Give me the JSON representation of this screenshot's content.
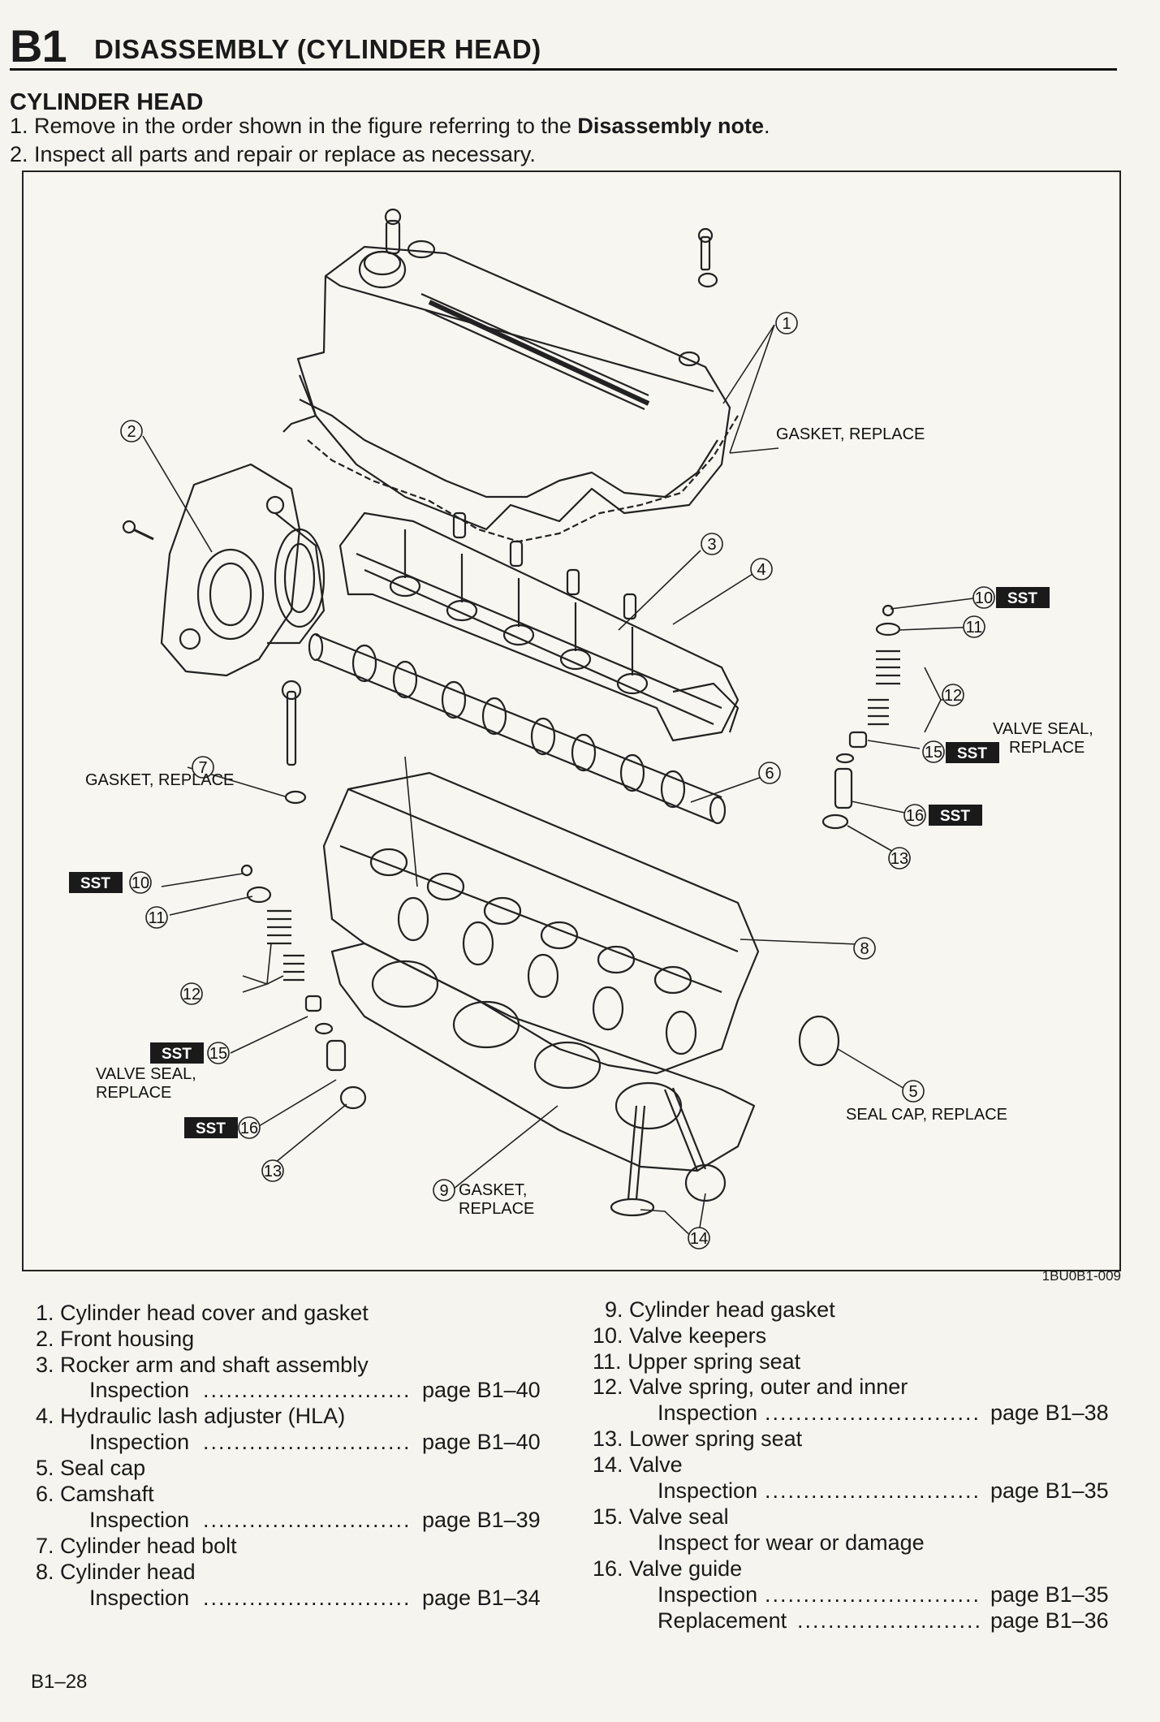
{
  "header": {
    "section_code": "B1",
    "title": "DISASSEMBLY (CYLINDER HEAD)"
  },
  "subtitle": "CYLINDER HEAD",
  "instructions": {
    "step1_pre": "1. Remove in the order shown in the figure referring to the ",
    "step1_bold": "Disassembly note",
    "step1_post": ".",
    "step2": "2. Inspect all parts and repair or replace as necessary."
  },
  "figure": {
    "code": "1BU0B1-009",
    "sst_label": "SST",
    "callouts": [
      "1",
      "2",
      "3",
      "4",
      "5",
      "6",
      "7",
      "8",
      "9",
      "10",
      "11",
      "12",
      "13",
      "14",
      "15",
      "16"
    ],
    "labels": {
      "gasket_replace_top": "GASKET, REPLACE",
      "gasket_replace_left": "GASKET, REPLACE",
      "valve_seal_right_1": "VALVE SEAL,",
      "valve_seal_right_2": "REPLACE",
      "valve_seal_left_1": "VALVE SEAL,",
      "valve_seal_left_2": "REPLACE",
      "seal_cap_replace": "SEAL CAP, REPLACE",
      "gasket_9_1": "GASKET,",
      "gasket_9_2": "REPLACE"
    }
  },
  "legend": {
    "left": [
      {
        "num": "1.",
        "text": "Cylinder head cover and gasket"
      },
      {
        "num": "2.",
        "text": "Front housing"
      },
      {
        "num": "3.",
        "text": "Rocker arm and shaft assembly",
        "sub": "Inspection",
        "page": "page B1–40"
      },
      {
        "num": "4.",
        "text": "Hydraulic lash adjuster (HLA)",
        "sub": "Inspection",
        "page": "page B1–40"
      },
      {
        "num": "5.",
        "text": "Seal cap"
      },
      {
        "num": "6.",
        "text": "Camshaft",
        "sub": "Inspection",
        "page": "page B1–39"
      },
      {
        "num": "7.",
        "text": "Cylinder head bolt"
      },
      {
        "num": "8.",
        "text": "Cylinder head",
        "sub": "Inspection",
        "page": "page B1–34"
      }
    ],
    "right": [
      {
        "num": "9.",
        "text": "Cylinder head gasket"
      },
      {
        "num": "10.",
        "text": "Valve keepers"
      },
      {
        "num": "11.",
        "text": "Upper spring seat"
      },
      {
        "num": "12.",
        "text": "Valve spring, outer and inner",
        "sub": "Inspection",
        "page": "page B1–38"
      },
      {
        "num": "13.",
        "text": "Lower spring seat"
      },
      {
        "num": "14.",
        "text": "Valve",
        "sub": "Inspection",
        "page": "page B1–35"
      },
      {
        "num": "15.",
        "text": "Valve seal",
        "sub": "Inspect for wear or damage"
      },
      {
        "num": "16.",
        "text": "Valve guide",
        "sub": "Inspection",
        "page": "page B1–35",
        "sub2": "Replacement",
        "page2": "page B1–36"
      }
    ],
    "dots": "..............................................."
  },
  "footer": {
    "page_number": "B1–28"
  }
}
